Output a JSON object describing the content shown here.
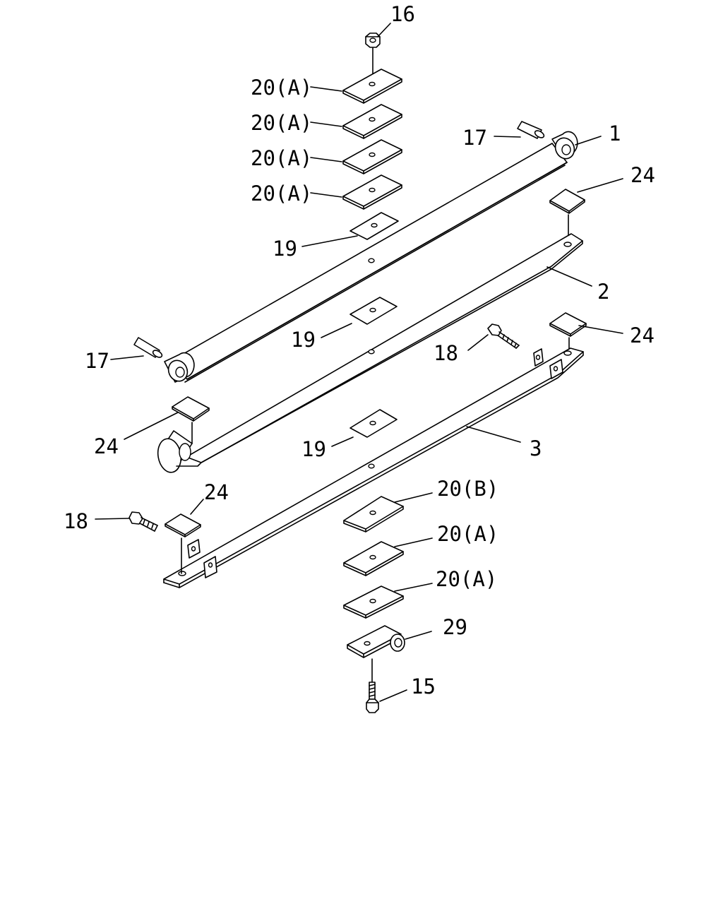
{
  "diagram": {
    "labels": {
      "p16": "16",
      "p20a_1": "20(A)",
      "p20a_2": "20(A)",
      "p20a_3": "20(A)",
      "p20a_4": "20(A)",
      "p19_top": "19",
      "p17_right": "17",
      "p1": "1",
      "p24_top_right": "24",
      "p2": "2",
      "p19_mid": "19",
      "p17_left": "17",
      "p18_right": "18",
      "p24_mid_right": "24",
      "p24_left": "24",
      "p19_low": "19",
      "p3": "3",
      "p24_lower_left": "24",
      "p18_left": "18",
      "p20b": "20(B)",
      "p20a_5": "20(A)",
      "p20a_6": "20(A)",
      "p29": "29",
      "p15": "15"
    }
  }
}
